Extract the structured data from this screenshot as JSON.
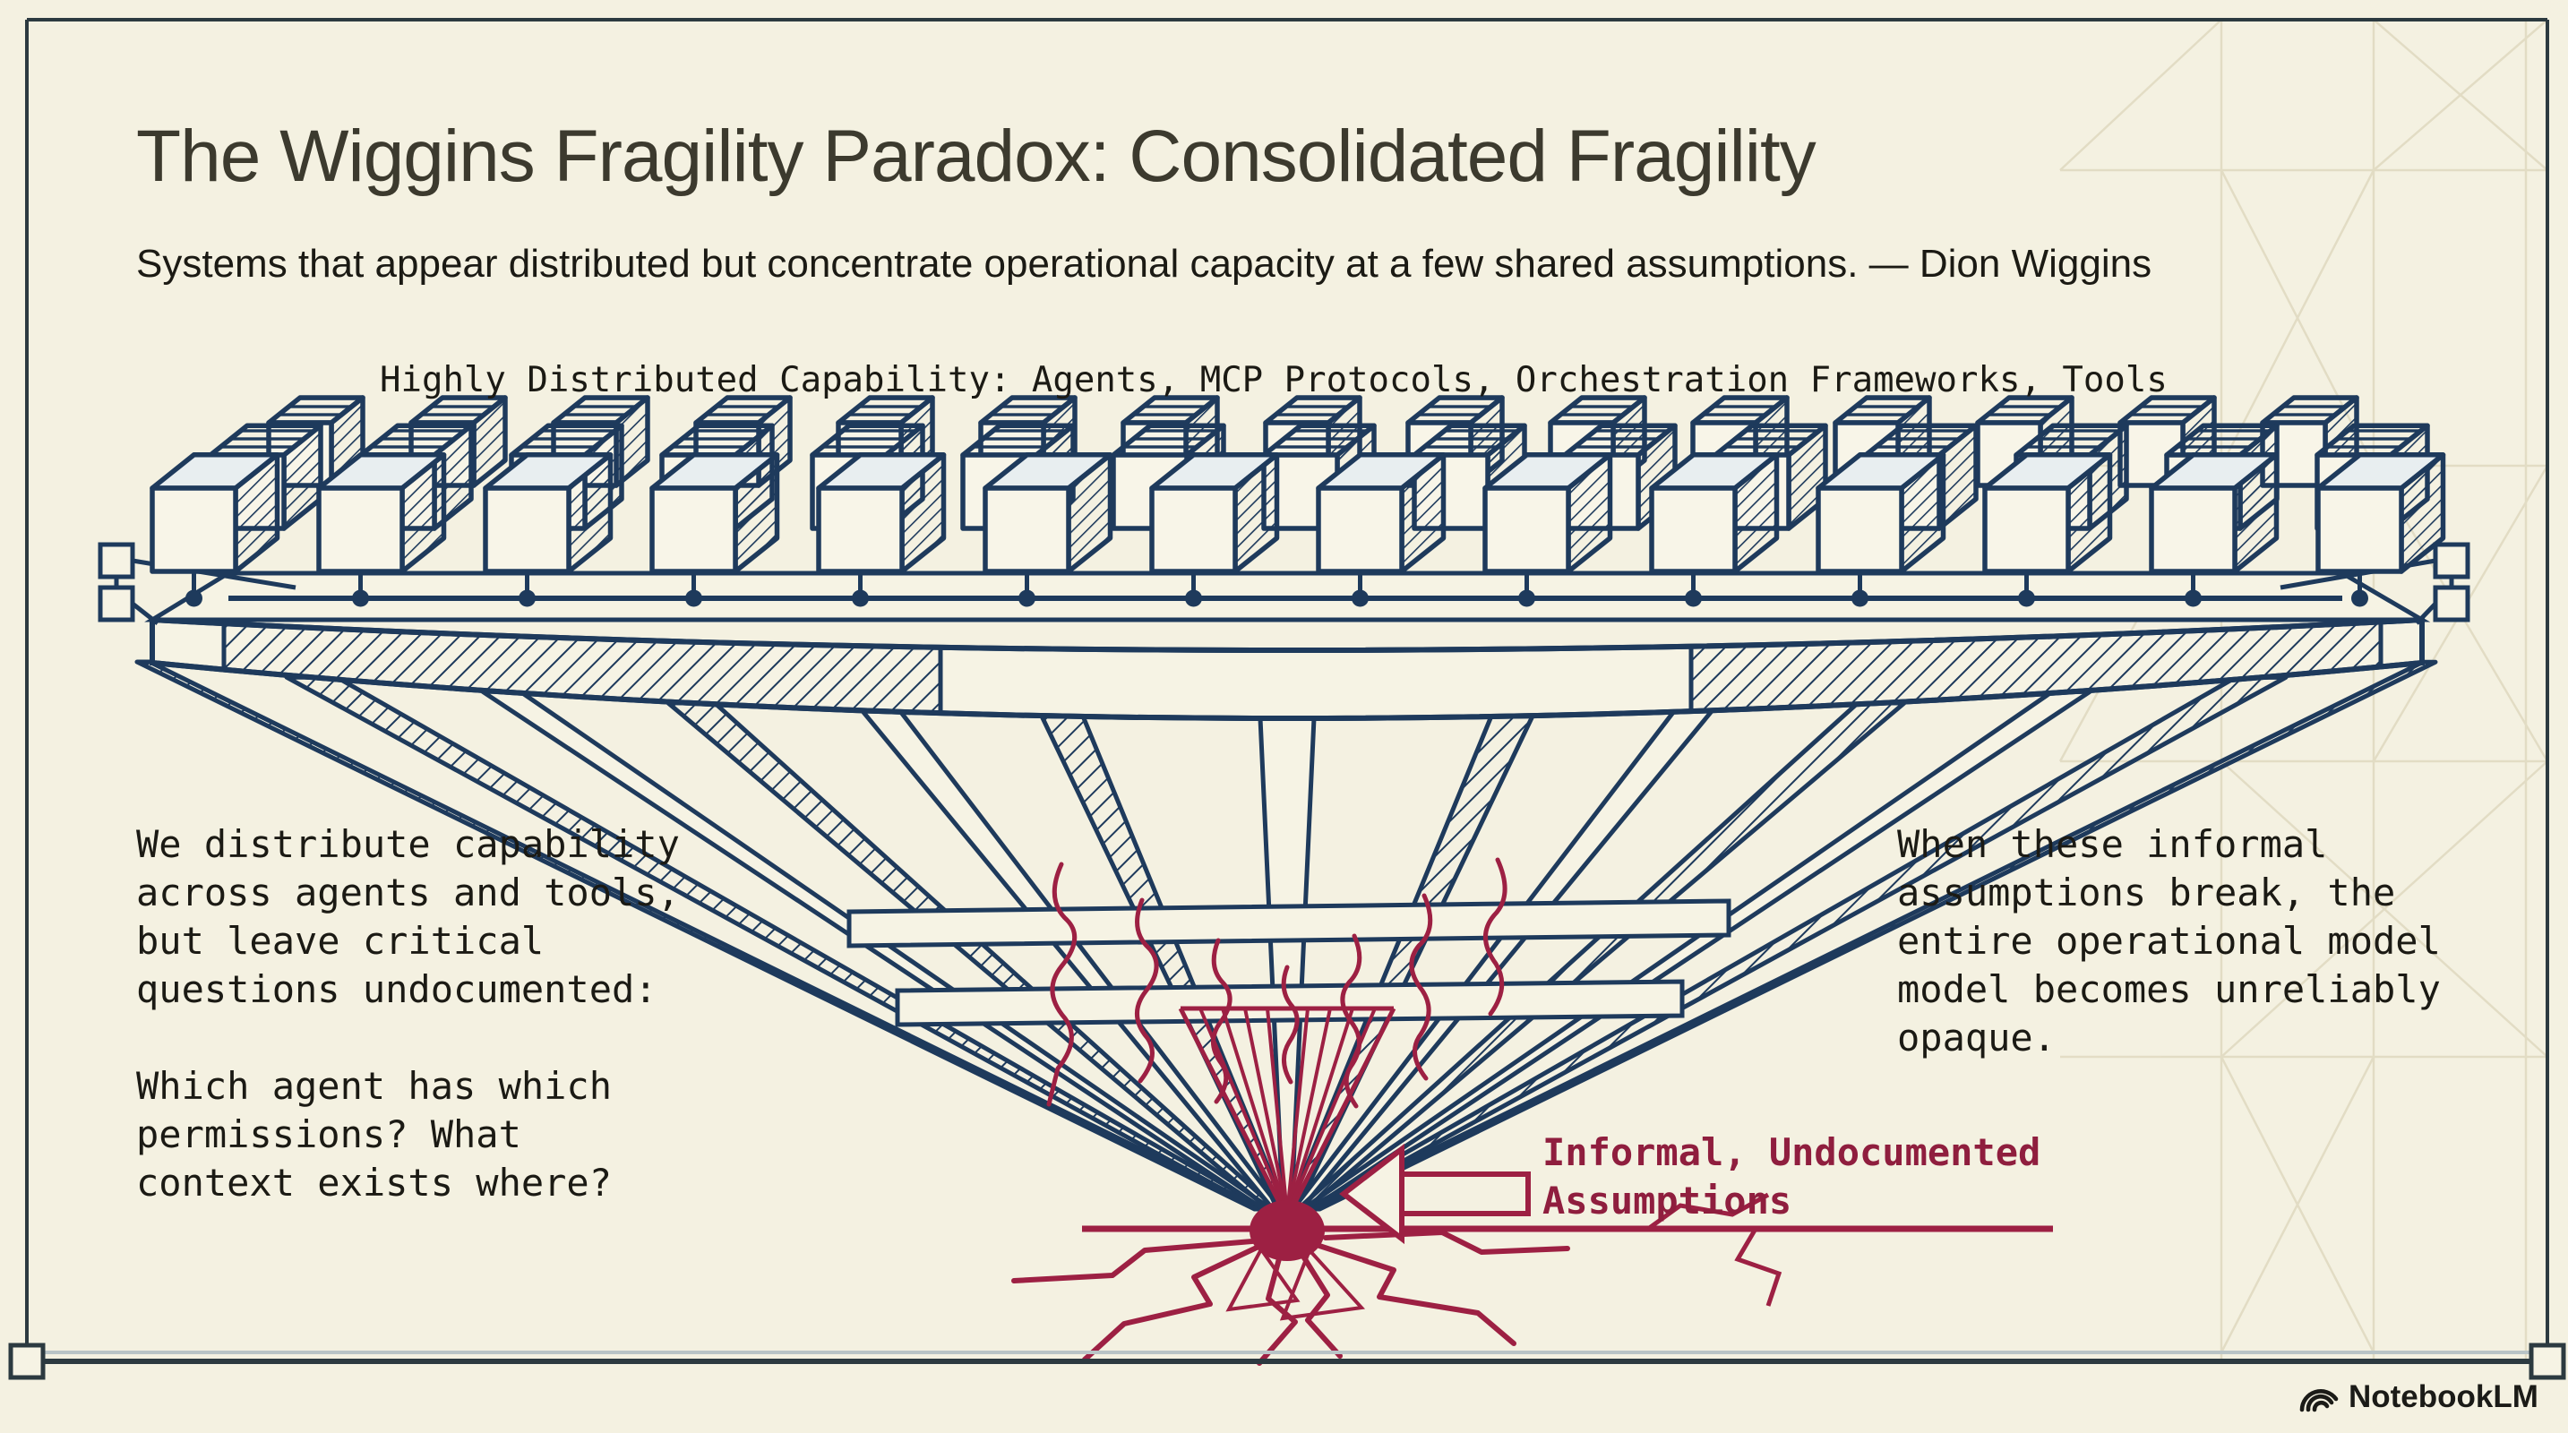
{
  "header": {
    "title": "The Wiggins Fragility Paradox: Consolidated Fragility",
    "subtitle": "Systems that appear distributed but concentrate operational capacity at a few shared assumptions. — Dion Wiggins"
  },
  "diagram": {
    "top_label": "Highly Distributed Capability: Agents, MCP Protocols, Orchestration Frameworks, Tools",
    "left_note_1": "We distribute capability\nacross agents and tools,\nbut leave critical\nquestions undocumented:",
    "left_note_2": "Which agent has which\npermissions? What\ncontext exists where?",
    "right_note": "When these informal\nassumptions break, the\nentire operational model\nmodel becomes unreliably\nopaque.",
    "arrow_label": "Informal, Undocumented\nAssumptions",
    "box_rows": {
      "back": 15,
      "middle": 15,
      "front": 14
    },
    "colors": {
      "ink": "#1e3a5c",
      "accent": "#9d2043",
      "accent_text": "#8f1e3e",
      "background": "#f4f1e1",
      "title_text": "#3c3a2e",
      "body_text": "#1b1a14",
      "frame": "#2c3a40",
      "pattern": "#dfd9c0"
    }
  },
  "footer": {
    "brand": "NotebookLM"
  }
}
